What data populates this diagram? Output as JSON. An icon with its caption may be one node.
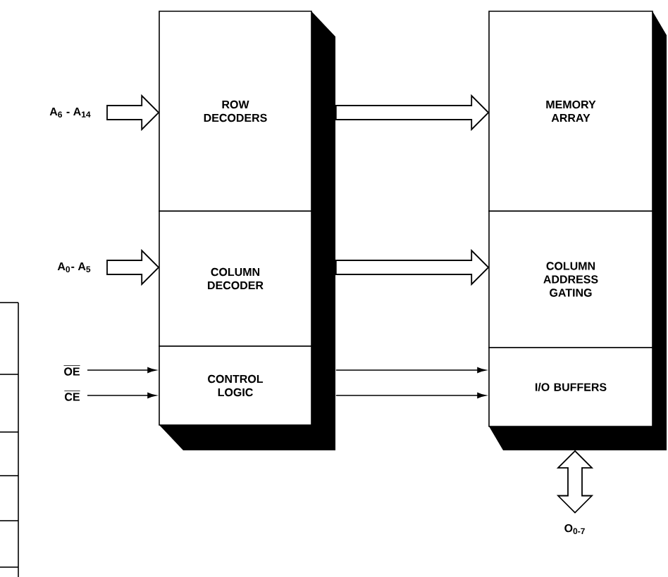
{
  "diagram": {
    "nodes": [
      {
        "text": [
          "ROW DECODERS"
        ]
      },
      {
        "text": [
          "COLUMN DECODER"
        ]
      },
      {
        "text": [
          "CONTROL LOGIC"
        ]
      },
      {
        "text": [
          "MEMORY ARRAY"
        ]
      },
      {
        "text": [
          "COLUMN ADDRESS GATING"
        ]
      },
      {
        "text": [
          "I/O BUFFERS"
        ]
      },
      {
        "text": [
          "A$_{6}$ - A$_{14}$"
        ]
      },
      {
        "text": [
          "A$_{0}$- A$_{5}$"
        ]
      },
      {
        "text": [
          "OE"
        ]
      },
      {
        "text": [
          "CE"
        ]
      },
      {
        "text": [
          "O$_{0-7}$"
        ]
      }
    ],
    "edges": [
      {
        "from": 6,
        "to": 0,
        "arrow": "to",
        "style": "thick"
      },
      {
        "from": 7,
        "to": 1,
        "arrow": "to",
        "style": "thick"
      },
      {
        "from": 8,
        "to": 2,
        "arrow": "to"
      },
      {
        "from": 9,
        "to": 2,
        "arrow": "to"
      },
      {
        "from": 0,
        "to": 3,
        "arrow": "to",
        "style": "thick"
      },
      {
        "from": 1,
        "to": 4,
        "arrow": "to",
        "style": "thick"
      },
      {
        "from": 2,
        "to": 5,
        "arrow": "to"
      },
      {
        "from": 2,
        "to": 5,
        "arrow": "to"
      },
      {
        "from": 5,
        "to": 10,
        "arrow": "both",
        "style": "thick"
      }
    ]
  }
}
